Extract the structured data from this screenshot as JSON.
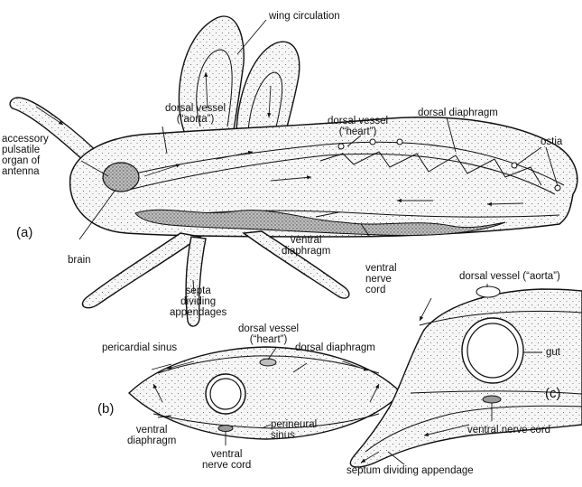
{
  "labels": {
    "wing_circulation": "wing circulation",
    "dorsal_vessel_aorta_line1": "dorsal vessel",
    "dorsal_vessel_aorta_line2": "(“aorta”)",
    "dorsal_vessel_heart_line1": "dorsal vessel",
    "dorsal_vessel_heart_line2": "(“heart”)",
    "dorsal_diaphragm": "dorsal diaphragm",
    "ostia": "ostia",
    "accessory_line1": "accessory",
    "accessory_line2": "pulsatile",
    "accessory_line3": "organ of",
    "accessory_line4": "antenna",
    "brain": "brain",
    "ventral_diaphragm_line1": "ventral",
    "ventral_diaphragm_line2": "diaphragm",
    "ventral_nerve_cord_line1": "ventral",
    "ventral_nerve_cord_line2": "nerve",
    "ventral_nerve_cord_line3": "cord",
    "septa_line1": "septa",
    "septa_line2": "dividing",
    "septa_line3": "appendages",
    "b_dorsal_vessel_line1": "dorsal vessel",
    "b_dorsal_vessel_line2": "(“heart”)",
    "b_pericardial_sinus": "pericardial sinus",
    "b_dorsal_diaphragm": "dorsal diaphragm",
    "b_ventral_diaphragm_line1": "ventral",
    "b_ventral_diaphragm_line2": "diaphragm",
    "b_ventral_nerve_cord_line1": "ventral",
    "b_ventral_nerve_cord_line2": "nerve cord",
    "b_perineural_line1": "perineural",
    "b_perineural_line2": "sinus",
    "c_dorsal_vessel": "dorsal vessel (“aorta”)",
    "c_gut": "gut",
    "c_ventral_nerve_cord": "ventral nerve cord",
    "c_septum": "septum dividing appendage"
  },
  "panels": {
    "a": "(a)",
    "b": "(b)",
    "c": "(c)"
  }
}
